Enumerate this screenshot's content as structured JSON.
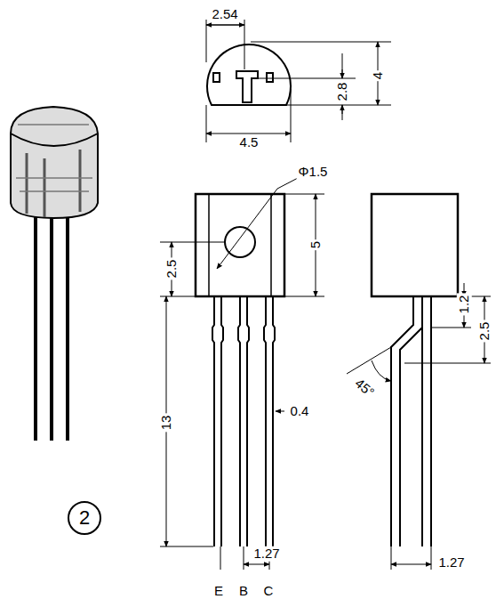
{
  "diagram": {
    "nodes": [
      {
        "text": [
          "2"
        ]
      }
    ],
    "labels": [
      "2.54",
      "2.8",
      "4",
      "4.5",
      "Φ1.5",
      "5",
      "2.5",
      "13",
      "0.4",
      "1.2",
      "2.5",
      "45°",
      "1.27",
      "1.27",
      "E",
      "B",
      "C"
    ]
  }
}
